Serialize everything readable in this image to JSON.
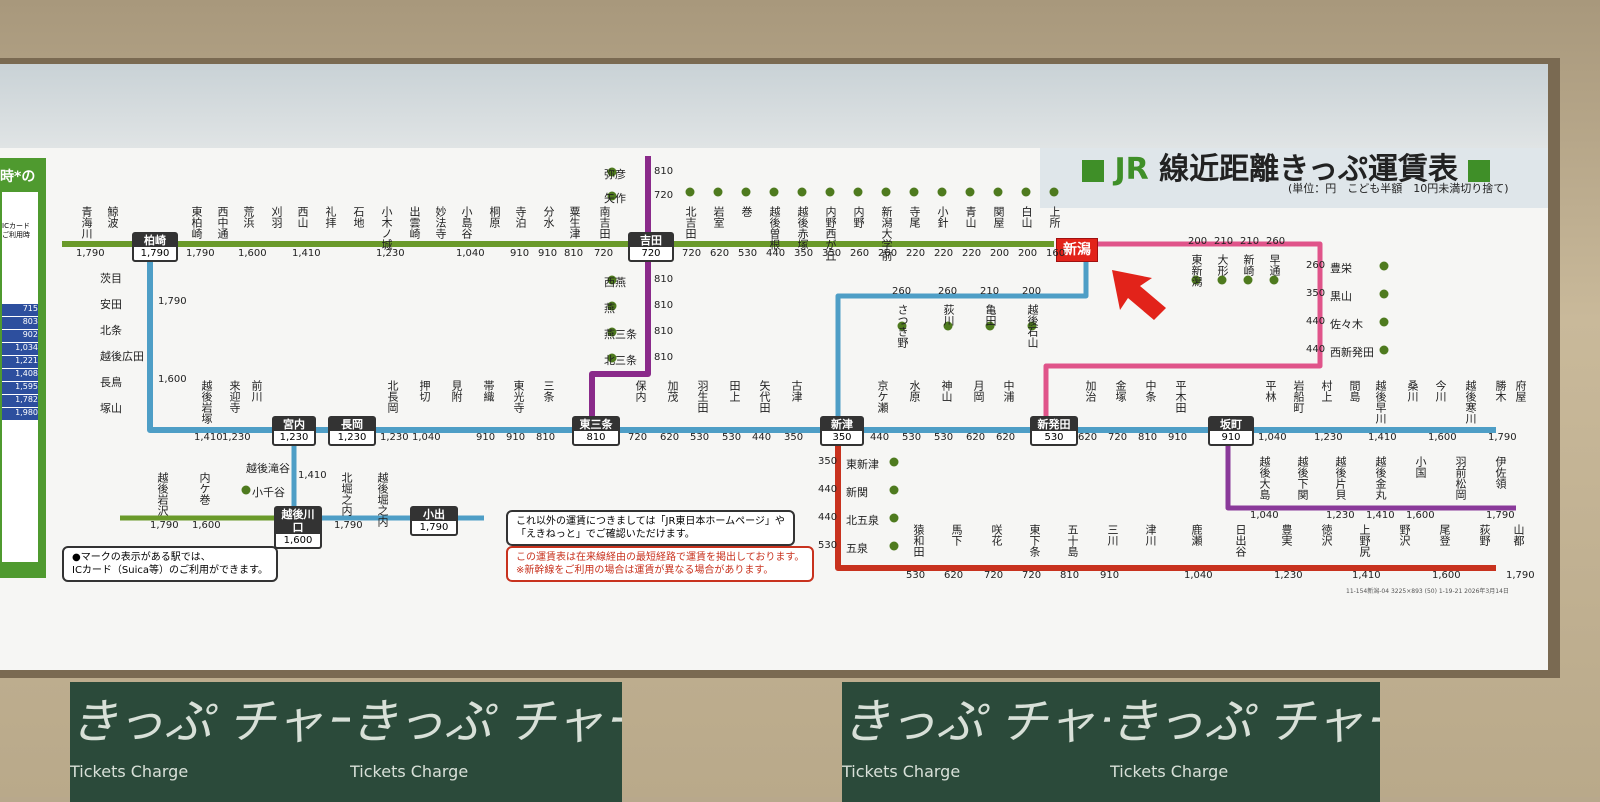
{
  "title": {
    "text": "線近距離きっぷ運賃表",
    "jr": "JR",
    "subtitle": "(単位：円　こども半額　10円未満切り捨て)"
  },
  "left_panel": {
    "header": "時*の",
    "ic_label": "ICカード\nご利用時",
    "ic_fares": [
      "715",
      "803",
      "902",
      "1,034",
      "1,221",
      "1,408",
      "1,595",
      "1,782",
      "1,980"
    ]
  },
  "hub": "新潟",
  "stations_top_row": [
    {
      "name": "青海川",
      "fare": "1,790"
    },
    {
      "name": "鯨波",
      "fare": ""
    },
    {
      "name": "東柏崎",
      "fare": "1,790"
    },
    {
      "name": "西中通",
      "fare": ""
    },
    {
      "name": "荒浜",
      "fare": "1,600"
    },
    {
      "name": "刈羽",
      "fare": ""
    },
    {
      "name": "西山",
      "fare": "1,410"
    },
    {
      "name": "礼拝",
      "fare": ""
    },
    {
      "name": "石地",
      "fare": ""
    },
    {
      "name": "小木ノ城",
      "fare": "1,230"
    },
    {
      "name": "出雲崎",
      "fare": ""
    },
    {
      "name": "妙法寺",
      "fare": ""
    },
    {
      "name": "小島谷",
      "fare": "1,040"
    },
    {
      "name": "桐原",
      "fare": ""
    },
    {
      "name": "寺泊",
      "fare": "910"
    },
    {
      "name": "分水",
      "fare": "910"
    },
    {
      "name": "粟生津",
      "fare": "810"
    },
    {
      "name": "南吉田",
      "fare": "720"
    },
    {
      "name": "北吉田",
      "fare": "720"
    },
    {
      "name": "岩室",
      "fare": "620"
    },
    {
      "name": "巻",
      "fare": "530"
    },
    {
      "name": "越後曽根",
      "fare": "440"
    },
    {
      "name": "越後赤塚",
      "fare": "350"
    },
    {
      "name": "内野西が丘",
      "fare": "350"
    },
    {
      "name": "内野",
      "fare": "260"
    },
    {
      "name": "新潟大学前",
      "fare": "260"
    },
    {
      "name": "寺尾",
      "fare": "220"
    },
    {
      "name": "小針",
      "fare": "220"
    },
    {
      "name": "青山",
      "fare": "220"
    },
    {
      "name": "関屋",
      "fare": "200"
    },
    {
      "name": "白山",
      "fare": "200"
    },
    {
      "name": "上所",
      "fare": "160"
    }
  ],
  "hub_boxes": [
    {
      "name": "柏崎",
      "fare": "1,790"
    },
    {
      "name": "吉田",
      "fare": "720"
    },
    {
      "name": "宮内",
      "fare": "1,230"
    },
    {
      "name": "長岡",
      "fare": "1,230"
    },
    {
      "name": "東三条",
      "fare": "810"
    },
    {
      "name": "新津",
      "fare": "350"
    },
    {
      "name": "新発田",
      "fare": "530"
    },
    {
      "name": "坂町",
      "fare": "910"
    },
    {
      "name": "越後川口",
      "fare": "1,600"
    },
    {
      "name": "小出",
      "fare": "1,790"
    }
  ],
  "yahiko_line": [
    {
      "name": "弥彦",
      "fare": "810"
    },
    {
      "name": "矢作",
      "fare": "720"
    },
    {
      "name": "西燕",
      "fare": "810"
    },
    {
      "name": "燕",
      "fare": "810"
    },
    {
      "name": "燕三条",
      "fare": "810"
    },
    {
      "name": "北三条",
      "fare": "810"
    }
  ],
  "echigo_line": [
    {
      "name": "茨目",
      "fare": ""
    },
    {
      "name": "安田",
      "fare": "1,790"
    },
    {
      "name": "北条",
      "fare": ""
    },
    {
      "name": "越後広田",
      "fare": ""
    },
    {
      "name": "長鳥",
      "fare": "1,600"
    },
    {
      "name": "塚山",
      "fare": ""
    }
  ],
  "shinetsu_row": [
    {
      "name": "越後岩塚",
      "fare": "1,410"
    },
    {
      "name": "来迎寺",
      "fare": "1,230"
    },
    {
      "name": "前川",
      "fare": ""
    },
    {
      "name": "北長岡",
      "fare": "1,230"
    },
    {
      "name": "押切",
      "fare": "1,040"
    },
    {
      "name": "見附",
      "fare": ""
    },
    {
      "name": "帯織",
      "fare": "910"
    },
    {
      "name": "東光寺",
      "fare": "910"
    },
    {
      "name": "三条",
      "fare": "810"
    },
    {
      "name": "保内",
      "fare": "720"
    },
    {
      "name": "加茂",
      "fare": "620"
    },
    {
      "name": "羽生田",
      "fare": "530"
    },
    {
      "name": "田上",
      "fare": "530"
    },
    {
      "name": "矢代田",
      "fare": "440"
    },
    {
      "name": "古津",
      "fare": "350"
    },
    {
      "name": "京ケ瀬",
      "fare": "440"
    },
    {
      "name": "水原",
      "fare": "530"
    },
    {
      "name": "神山",
      "fare": "530"
    },
    {
      "name": "月岡",
      "fare": "620"
    },
    {
      "name": "中浦",
      "fare": "620"
    },
    {
      "name": "加治",
      "fare": "620"
    },
    {
      "name": "金塚",
      "fare": "720"
    },
    {
      "name": "中条",
      "fare": "810"
    },
    {
      "name": "平木田",
      "fare": "910"
    },
    {
      "name": "平林",
      "fare": "1,040"
    },
    {
      "name": "岩船町",
      "fare": ""
    },
    {
      "name": "村上",
      "fare": "1,230"
    },
    {
      "name": "間島",
      "fare": ""
    },
    {
      "name": "越後早川",
      "fare": "1,410"
    },
    {
      "name": "桑川",
      "fare": ""
    },
    {
      "name": "今川",
      "fare": "1,600"
    },
    {
      "name": "越後寒川",
      "fare": ""
    },
    {
      "name": "勝木",
      "fare": "1,790"
    },
    {
      "name": "府屋",
      "fare": ""
    }
  ],
  "hakushin_line": [
    {
      "name": "東新潟",
      "fare": "200"
    },
    {
      "name": "大形",
      "fare": "210"
    },
    {
      "name": "新崎",
      "fare": "210"
    },
    {
      "name": "早通",
      "fare": "260"
    },
    {
      "name": "豊栄",
      "fare": "260"
    },
    {
      "name": "黒山",
      "fare": "350"
    },
    {
      "name": "佐々木",
      "fare": "440"
    },
    {
      "name": "西新発田",
      "fare": "440"
    }
  ],
  "shinetsu_upper": [
    {
      "name": "さつき野",
      "fare": "260"
    },
    {
      "name": "荻川",
      "fare": "260"
    },
    {
      "name": "亀田",
      "fare": "210"
    },
    {
      "name": "越後石山",
      "fare": "200"
    }
  ],
  "uetsu_branch": [
    {
      "name": "越後大島",
      "fare": "1,040"
    },
    {
      "name": "越後下関",
      "fare": ""
    },
    {
      "name": "越後片貝",
      "fare": "1,230"
    },
    {
      "name": "越後金丸",
      "fare": "1,410"
    },
    {
      "name": "小国",
      "fare": "1,600"
    },
    {
      "name": "羽前松岡",
      "fare": ""
    },
    {
      "name": "伊佐領",
      "fare": "1,790"
    }
  ],
  "banetsu_line": [
    {
      "name": "東新津",
      "fare": "350"
    },
    {
      "name": "新関",
      "fare": "440"
    },
    {
      "name": "北五泉",
      "fare": "440"
    },
    {
      "name": "五泉",
      "fare": "530"
    }
  ],
  "banetsu_row": [
    {
      "name": "猿和田",
      "fare": "530"
    },
    {
      "name": "馬下",
      "fare": "620"
    },
    {
      "name": "咲花",
      "fare": "720"
    },
    {
      "name": "東下条",
      "fare": "720"
    },
    {
      "name": "五十島",
      "fare": "810"
    },
    {
      "name": "三川",
      "fare": "910"
    },
    {
      "name": "津川",
      "fare": ""
    },
    {
      "name": "鹿瀬",
      "fare": "1,040"
    },
    {
      "name": "日出谷",
      "fare": ""
    },
    {
      "name": "豊実",
      "fare": "1,230"
    },
    {
      "name": "徳沢",
      "fare": ""
    },
    {
      "name": "上野尻",
      "fare": "1,410"
    },
    {
      "name": "野沢",
      "fare": ""
    },
    {
      "name": "尾登",
      "fare": "1,600"
    },
    {
      "name": "荻野",
      "fare": ""
    },
    {
      "name": "山都",
      "fare": "1,790"
    }
  ],
  "joetsu_row": [
    {
      "name": "越後滝谷",
      "fare": "1,410"
    },
    {
      "name": "小千谷",
      "fare": ""
    },
    {
      "name": "越後岩沢",
      "fare": "1,790"
    },
    {
      "name": "内ケ巻",
      "fare": "1,600"
    },
    {
      "name": "北堀之内",
      "fare": "1,790"
    },
    {
      "name": "越後堀之内",
      "fare": ""
    }
  ],
  "notes": {
    "ic": "●マークの表示がある駅では、\nICカード（Suica等）のご利用ができます。",
    "other": "これ以外の運賃につきましては「JR東日本ホームページ」や\n「えきねっと」でご確認いただけます。",
    "red": "この運賃表は在来線経由の最短経路で運賃を掲出しております。\n※新幹線をご利用の場合は運賃が異なる場合があります。",
    "fine": "11-154新潟-04 3225×893 (50) 1-19-21 2026年3月14日"
  },
  "signs": [
    {
      "jp": "きっぷ チャージ",
      "en": "Tickets  Charge"
    },
    {
      "jp": "きっぷ チャージ",
      "en": "Tickets  Charge"
    },
    {
      "jp": "きっぷ チャージ",
      "en": "Tickets  Charge"
    },
    {
      "jp": "きっぷ チャージ",
      "en": "Tickets  Charge"
    }
  ],
  "colors": {
    "echigo": "#6a9a2a",
    "shinetsu": "#4e9ec6",
    "yahiko": "#8a2a8a",
    "hakushin": "#e0548a",
    "banetsu": "#c8321e",
    "uetsu_branch": "#8a3a9a",
    "jr_green": "#3f8f28",
    "hub_red": "#e2231a"
  }
}
